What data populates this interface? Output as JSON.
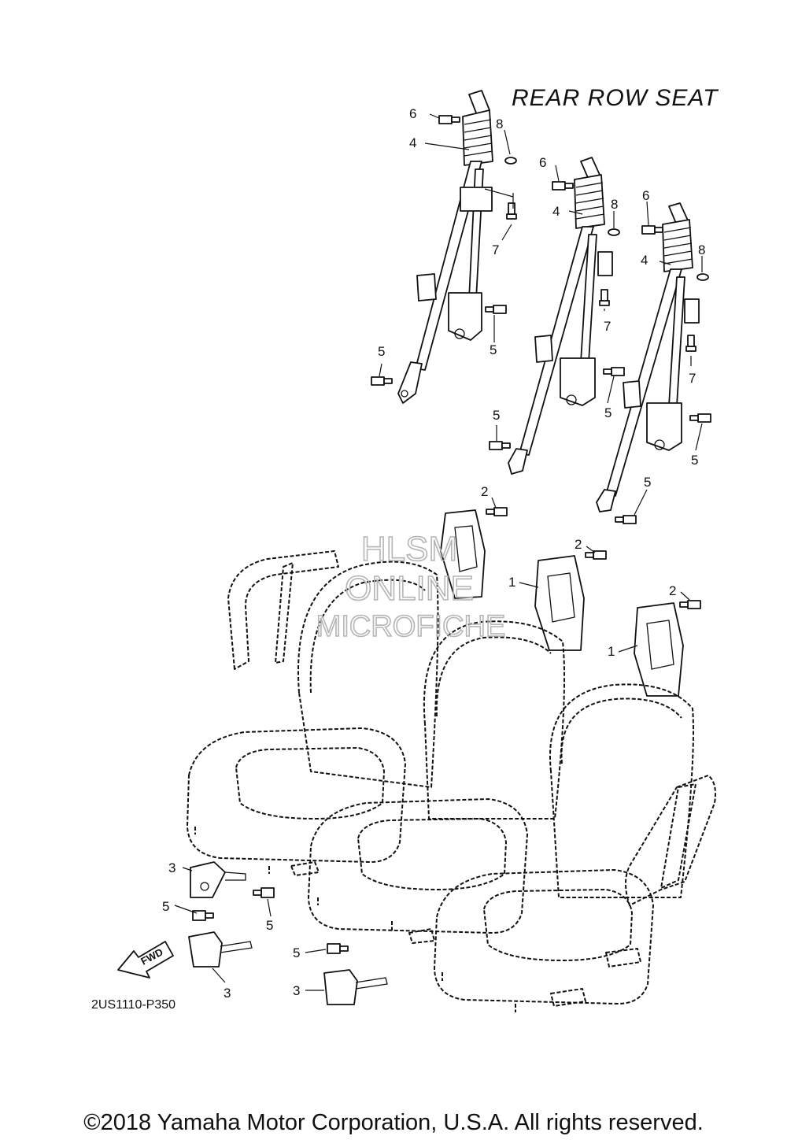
{
  "diagram": {
    "title": "REAR ROW SEAT",
    "diagram_code": "2US1110-P350",
    "fwd_label": "FWD",
    "copyright": "©2018 Yamaha Motor Corporation, U.S.A. All rights reserved.",
    "watermark": [
      "HLSM",
      "ONLINE",
      "MICROFICHE"
    ],
    "callouts": {
      "one": "1",
      "two": "2",
      "three": "3",
      "four": "4",
      "five": "5",
      "six": "6",
      "seven": "7",
      "eight": "8"
    }
  }
}
